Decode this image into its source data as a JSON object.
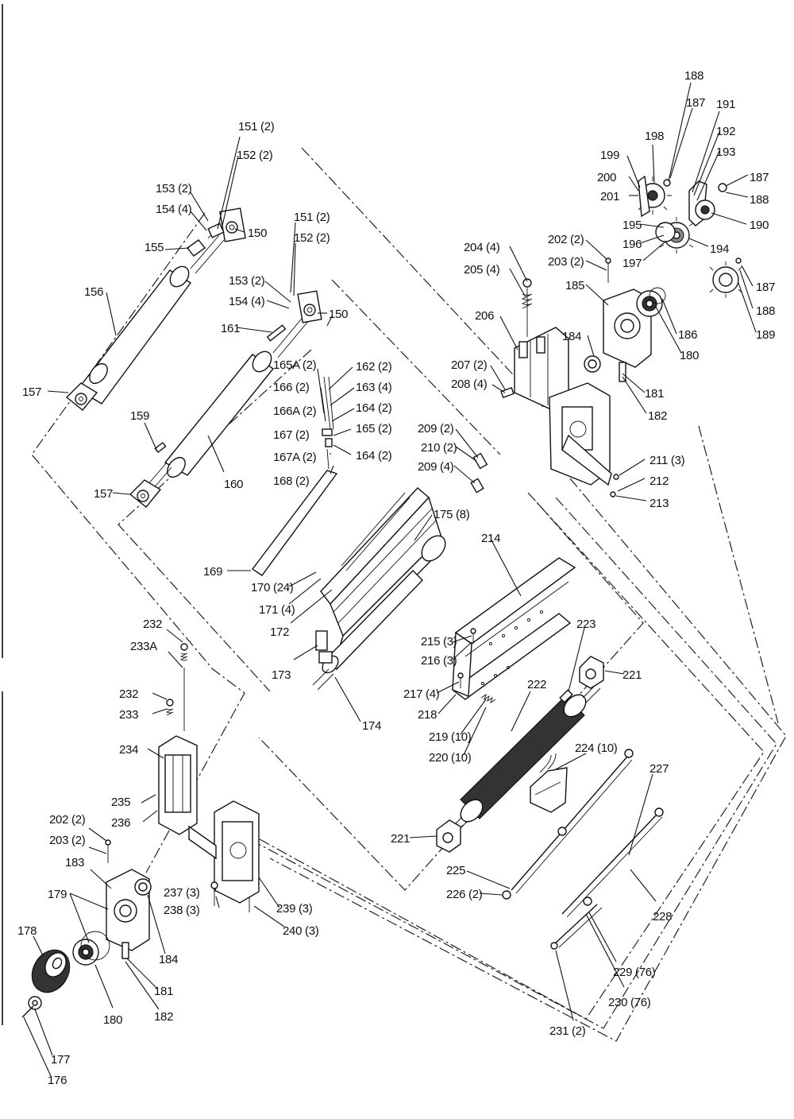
{
  "labels": [
    "151 (2)",
    "152 (2)",
    "153 (2)",
    "154 (4)",
    "150",
    "155",
    "156",
    "157",
    "151 (2)",
    "152 (2)",
    "153 (2)",
    "154 (4)",
    "150",
    "161",
    "159",
    "160",
    "157",
    "165A (2)",
    "166 (2)",
    "166A (2)",
    "167 (2)",
    "167A (2)",
    "168 (2)",
    "162 (2)",
    "163 (4)",
    "164 (2)",
    "165 (2)",
    "164 (2)",
    "169",
    "170 (24)",
    "171 (4)",
    "172",
    "175 (8)",
    "173",
    "174",
    "188",
    "187",
    "198",
    "191",
    "192",
    "193",
    "199",
    "200",
    "201",
    "187",
    "188",
    "190",
    "195",
    "196",
    "197",
    "194",
    "187",
    "188",
    "189",
    "202 (2)",
    "203 (2)",
    "185",
    "186",
    "180",
    "184",
    "181",
    "182",
    "204 (4)",
    "205 (4)",
    "206",
    "207 (2)",
    "208 (4)",
    "209 (2)",
    "210 (2)",
    "209 (4)",
    "211 (3)",
    "212",
    "213",
    "214",
    "215 (3)",
    "216 (3)",
    "217 (4)",
    "218",
    "219 (10)",
    "220 (10)",
    "222",
    "223",
    "221",
    "224 (10)",
    "221",
    "225",
    "226 (2)",
    "227",
    "228",
    "229 (76)",
    "230 (76)",
    "231 (2)",
    "232",
    "233A",
    "232",
    "233",
    "234",
    "235",
    "236",
    "202 (2)",
    "203 (2)",
    "183",
    "179",
    "178",
    "184",
    "181",
    "182",
    "180",
    "237 (3)",
    "238 (3)",
    "239 (3)",
    "240 (3)",
    "177",
    "176"
  ]
}
